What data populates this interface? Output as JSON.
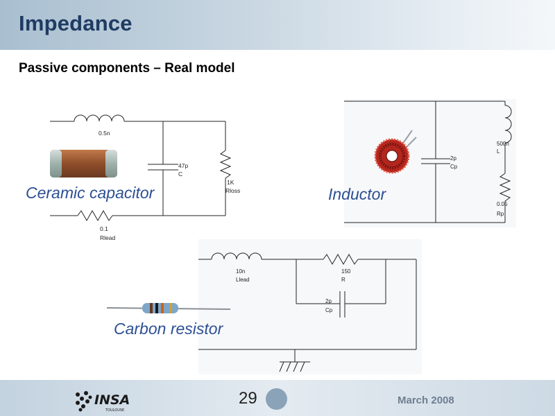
{
  "slide": {
    "title": "Impedance",
    "subtitle": "Passive components – Real model",
    "page_number": "29",
    "date": "March 2008",
    "logo_text": "INSA",
    "logo_subtext": "TOULOUSE"
  },
  "captions": {
    "ceramic": "Ceramic capacitor",
    "inductor": "Inductor",
    "carbon": "Carbon resistor"
  },
  "circuits": {
    "ceramic": {
      "inductor_value": "0.5n",
      "cap_value": "47p",
      "cap_name": "C",
      "res_value": "1K",
      "res_name": "Rloss",
      "lead_value": "0.1",
      "lead_name": "Rlead"
    },
    "inductor": {
      "cap_value": "2p",
      "cap_name": "Cp",
      "ind_value": "500n",
      "ind_name": "L",
      "res_value": "0.05",
      "res_name": "Rp"
    },
    "carbon": {
      "ind_value": "10n",
      "ind_name": "Llead",
      "res_value": "150",
      "res_name": "R",
      "cap_value": "2p",
      "cap_name": "Cp"
    }
  },
  "colors": {
    "title": "#1f3b63",
    "caption": "#2c4f94",
    "header_bg": "#a9bfd0",
    "footer_bg": "#c2d2df"
  }
}
